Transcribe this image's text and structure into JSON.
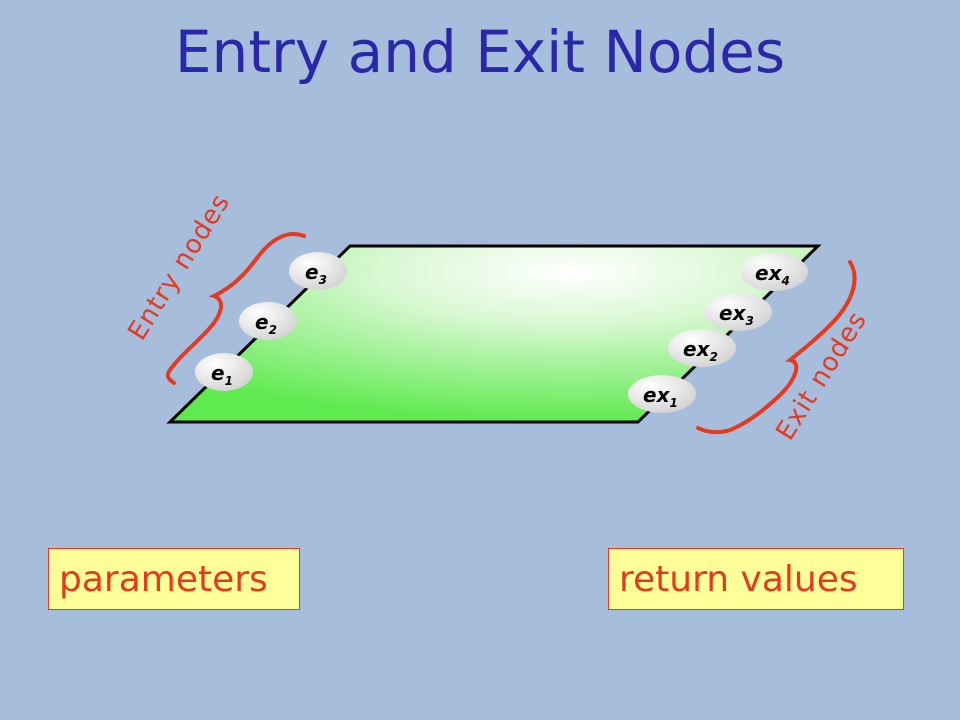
{
  "title": "Entry and Exit Nodes",
  "entry_label": "Entry nodes",
  "exit_label": "Exit nodes",
  "entry_nodes": [
    {
      "base": "e",
      "sub": "1"
    },
    {
      "base": "e",
      "sub": "2"
    },
    {
      "base": "e",
      "sub": "3"
    }
  ],
  "exit_nodes": [
    {
      "base": "ex",
      "sub": "1"
    },
    {
      "base": "ex",
      "sub": "2"
    },
    {
      "base": "ex",
      "sub": "3"
    },
    {
      "base": "ex",
      "sub": "4"
    }
  ],
  "boxes": {
    "parameters": "parameters",
    "return_values": "return values"
  },
  "colors": {
    "background": "#a6bedc",
    "title": "#2a28a8",
    "accent": "#e43a20",
    "box_fill": "#ffff99",
    "region_fill": "#5fea4f"
  }
}
